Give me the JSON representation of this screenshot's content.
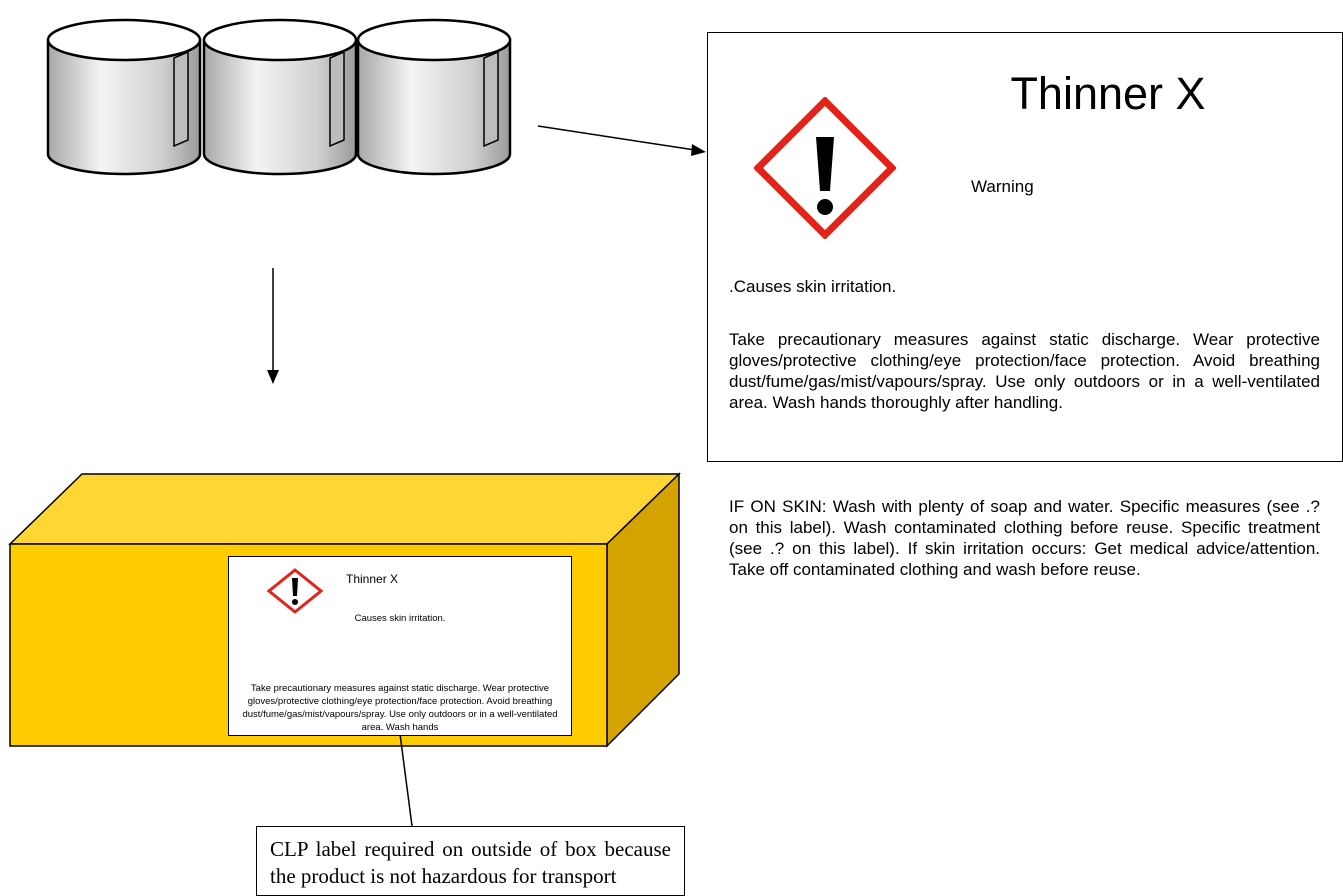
{
  "large_label": {
    "title": "Thinner X",
    "signal_word": "Warning",
    "hazard_statement": ".Causes skin irritation.",
    "precautionary_statement": "Take precautionary measures against static discharge. Wear protective gloves/protective clothing/eye protection/face protection. Avoid breathing dust/fume/gas/mist/vapours/spray. Use only outdoors or in a well-ventilated area. Wash hands thoroughly after handling.",
    "response_statement": "IF ON SKIN: Wash with plenty of soap and water. Specific measures (see .? on this label). Wash contaminated clothing before reuse. Specific treatment (see .? on this label). If skin irritation occurs: Get medical advice/attention. Take off contaminated clothing and wash before reuse."
  },
  "small_label": {
    "title": "Thinner X",
    "hazard_statement": "Causes skin irritation.",
    "precautionary_statement": "Take precautionary measures against static discharge. Wear protective gloves/protective clothing/eye protection/face protection. Avoid breathing dust/fume/gas/mist/vapours/spray. Use only outdoors or in a well-ventilated area. Wash hands"
  },
  "callout": {
    "text": "CLP label required on outside of box because the product is not hazardous for transport"
  },
  "colors": {
    "pictogram_border": "#e2231a",
    "box_front": "#ffcc00",
    "box_top": "#ffd633",
    "box_side": "#d4a300",
    "drum_fill": "#d6d6d6"
  },
  "icons": [
    "drum-icon",
    "exclamation-hazard-pictogram",
    "arrow-icon"
  ]
}
